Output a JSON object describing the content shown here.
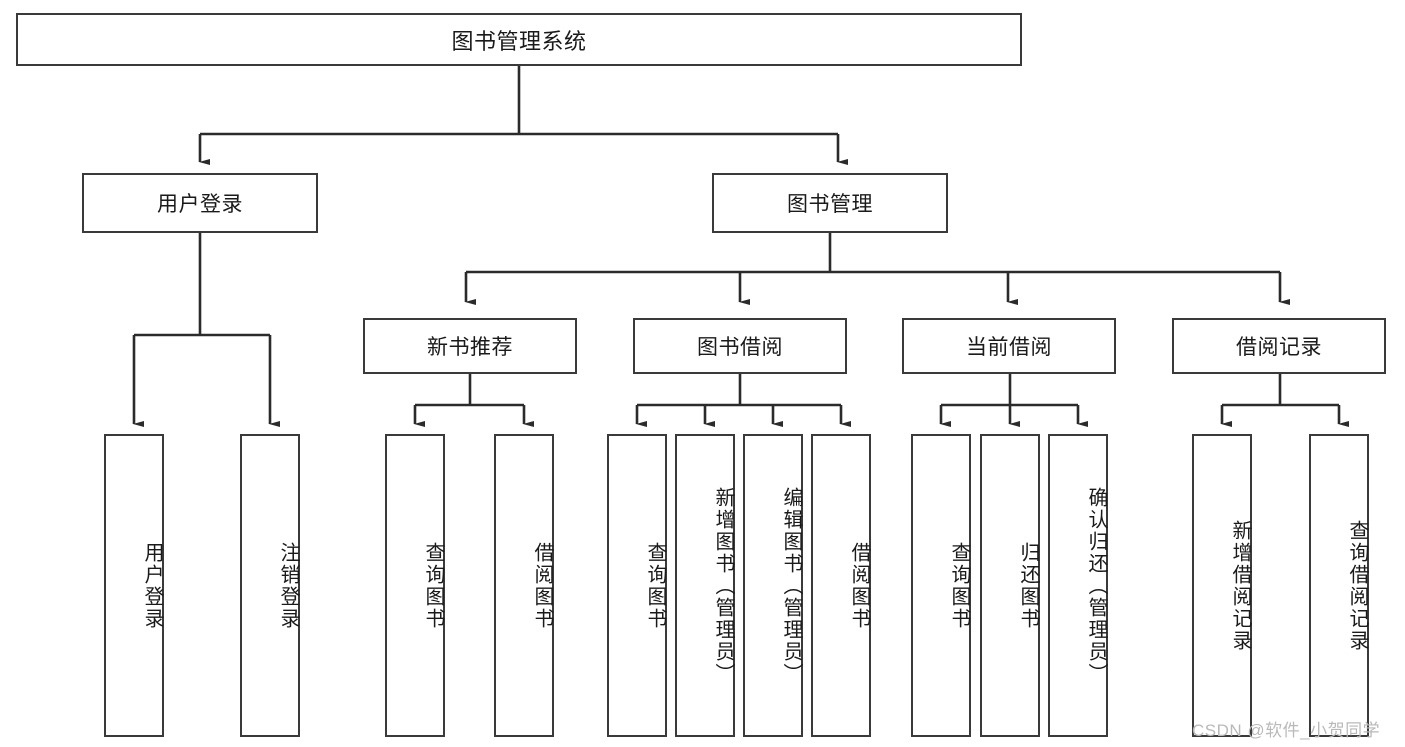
{
  "diagram": {
    "type": "tree-hierarchy-chart",
    "title": "图书管理系统",
    "watermark": "CSDN @软件_小贺同学",
    "colors": {
      "box_border": "#3a3a3a",
      "box_fill": "#ffffff",
      "connector": "#2b2b2b",
      "text": "#1a1a1a",
      "watermark": "#b9b9b9"
    },
    "levels": {
      "root": {
        "label": "图书管理系统"
      },
      "level2": [
        {
          "id": "user-login",
          "label": "用户登录"
        },
        {
          "id": "book-management",
          "label": "图书管理"
        }
      ],
      "level3": [
        {
          "id": "new-book-recommend",
          "label": "新书推荐",
          "parent": "book-management"
        },
        {
          "id": "book-borrow",
          "label": "图书借阅",
          "parent": "book-management"
        },
        {
          "id": "current-borrow",
          "label": "当前借阅",
          "parent": "book-management"
        },
        {
          "id": "borrow-record",
          "label": "借阅记录",
          "parent": "book-management"
        }
      ],
      "leaves": [
        {
          "id": "leaf-user-login",
          "label": "用户登录",
          "parent": "user-login"
        },
        {
          "id": "leaf-user-logout",
          "label": "注销登录",
          "parent": "user-login"
        },
        {
          "id": "leaf-query-book-1",
          "label": "查询图书",
          "parent": "new-book-recommend"
        },
        {
          "id": "leaf-borrow-book-1",
          "label": "借阅图书",
          "parent": "new-book-recommend"
        },
        {
          "id": "leaf-query-book-2",
          "label": "查询图书",
          "parent": "book-borrow"
        },
        {
          "id": "leaf-add-book",
          "label": "新增图书（管理员）",
          "parent": "book-borrow"
        },
        {
          "id": "leaf-edit-book",
          "label": "编辑图书（管理员）",
          "parent": "book-borrow"
        },
        {
          "id": "leaf-borrow-book-2",
          "label": "借阅图书",
          "parent": "book-borrow"
        },
        {
          "id": "leaf-query-book-3",
          "label": "查询图书",
          "parent": "current-borrow"
        },
        {
          "id": "leaf-return-book",
          "label": "归还图书",
          "parent": "current-borrow"
        },
        {
          "id": "leaf-confirm-return",
          "label": "确认归还（管理员）",
          "parent": "current-borrow"
        },
        {
          "id": "leaf-add-record",
          "label": "新增借阅记录",
          "parent": "borrow-record"
        },
        {
          "id": "leaf-query-record",
          "label": "查询借阅记录",
          "parent": "borrow-record"
        }
      ]
    }
  }
}
